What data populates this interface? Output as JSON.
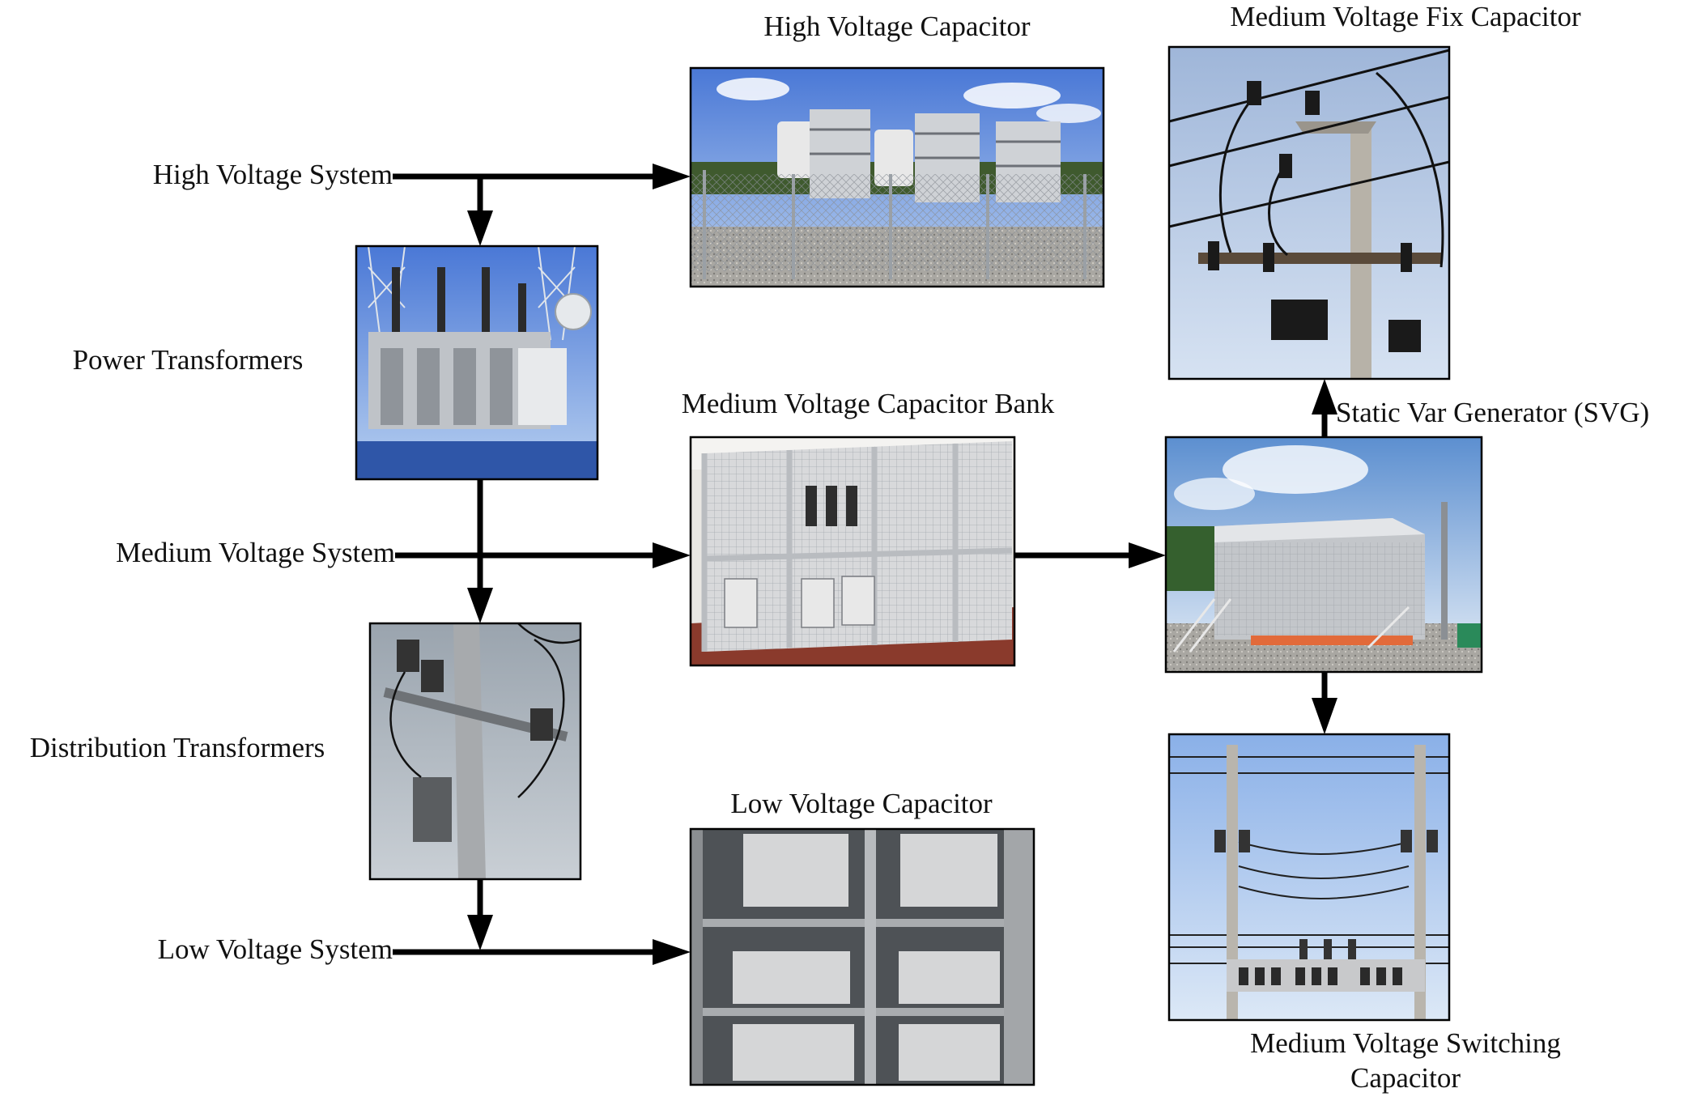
{
  "diagram": {
    "systems": {
      "high": "High Voltage System",
      "medium": "Medium Voltage System",
      "low": "Low Voltage System"
    },
    "equipment": {
      "power_transformers": "Power Transformers",
      "distribution_transformers": "Distribution Transformers",
      "high_voltage_capacitor": "High Voltage Capacitor",
      "medium_voltage_capacitor_bank": "Medium Voltage Capacitor Bank",
      "low_voltage_capacitor": "Low Voltage Capacitor",
      "medium_voltage_fix_capacitor": "Medium Voltage Fix Capacitor",
      "static_var_generator": "Static Var Generator (SVG)",
      "medium_voltage_switching_capacitor_line1": "Medium Voltage Switching",
      "medium_voltage_switching_capacitor_line2": "Capacitor"
    }
  }
}
